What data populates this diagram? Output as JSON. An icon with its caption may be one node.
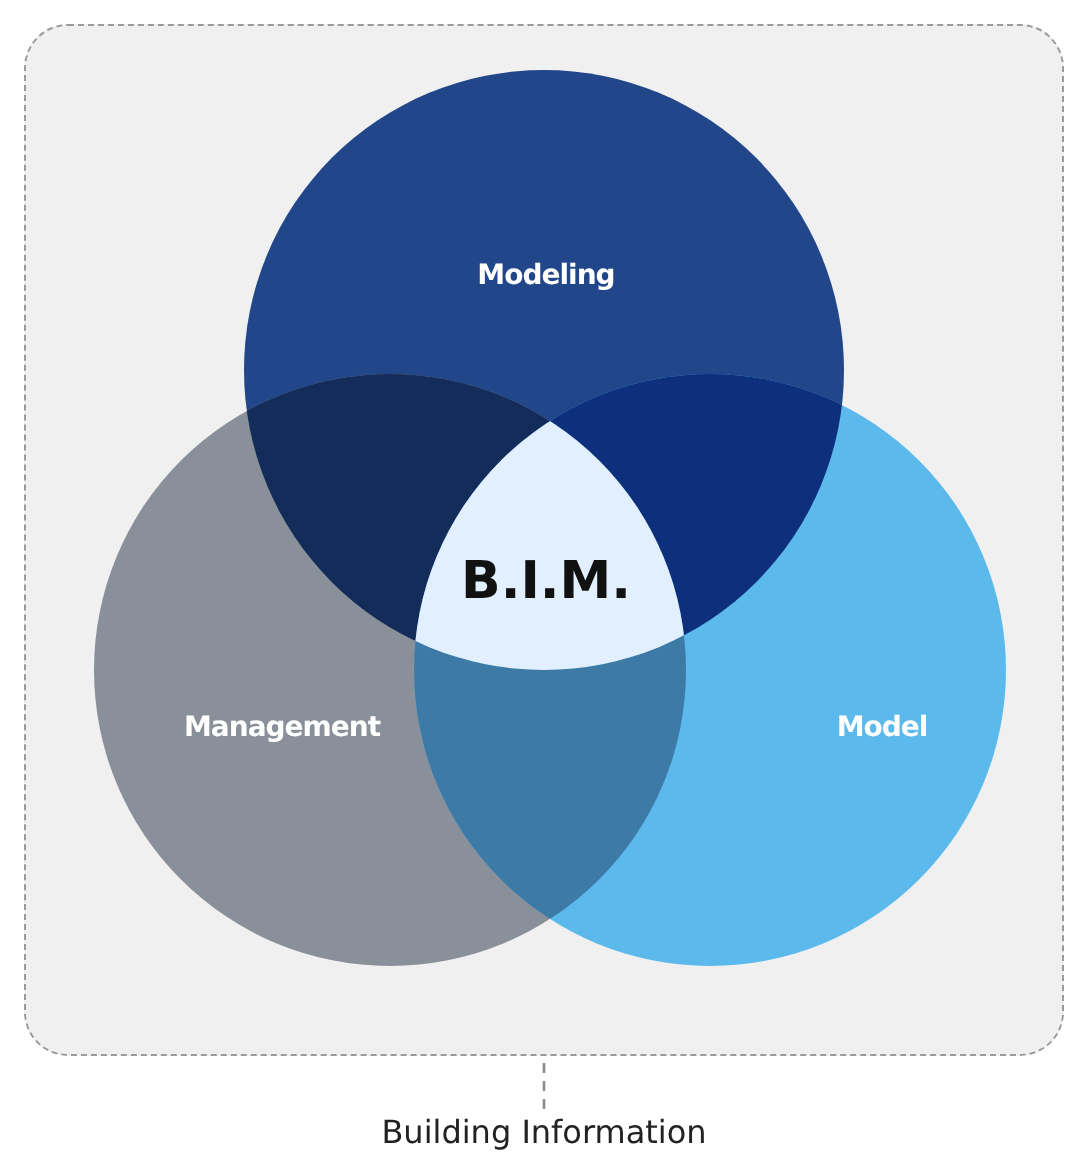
{
  "diagram": {
    "nodes": [
      {
        "text": [],
        "shape": "box"
      },
      {
        "text": [
          "Modeling"
        ],
        "in": 0
      },
      {
        "text": [
          "Management"
        ],
        "in": 0
      },
      {
        "text": [
          "Model"
        ],
        "in": 0
      },
      {
        "text": [
          "B.I.M."
        ],
        "in": 0
      },
      {
        "text": [
          "Building Information"
        ]
      }
    ],
    "edges": [
      {
        "from": 5,
        "to": 0,
        "arrow": "none",
        "style": "dashed"
      }
    ]
  }
}
